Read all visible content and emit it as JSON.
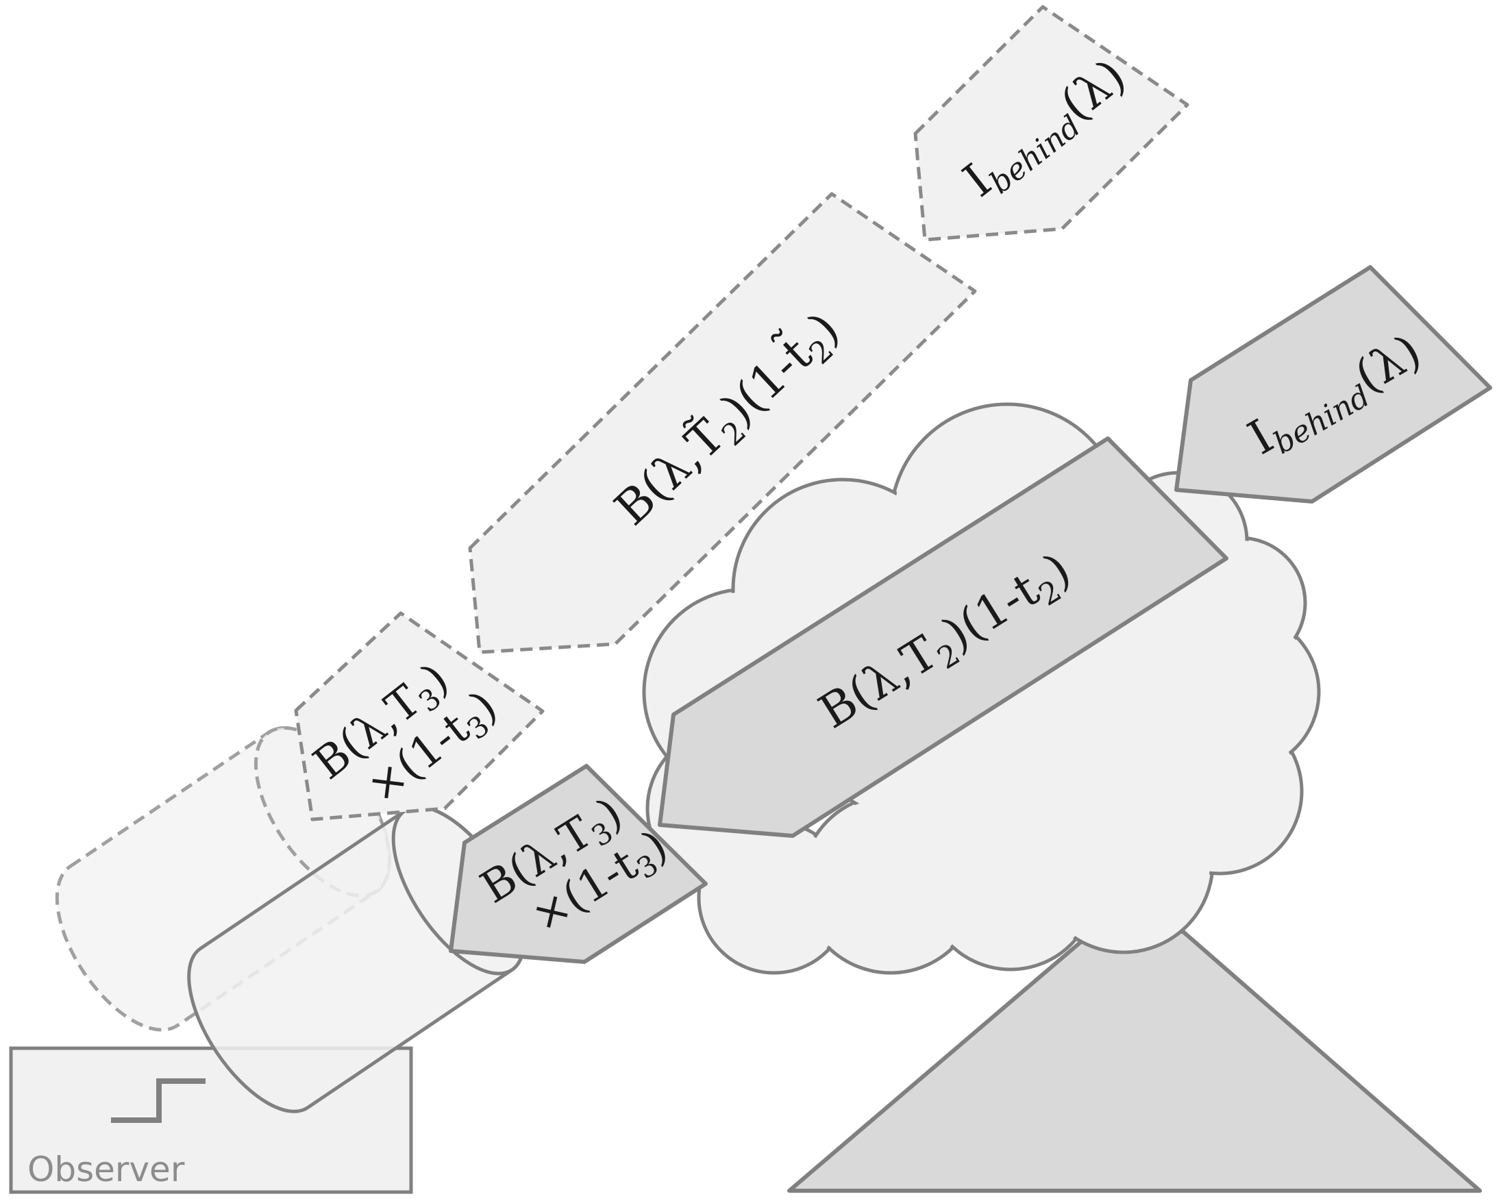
{
  "observer": {
    "label": "Observer"
  },
  "labels": {
    "behind_background": "I_behind(λ)",
    "behind_foreground": "I_behind(λ)",
    "layer2_background": "B(λ,T̃₂)(1-t̃₂)",
    "layer2_foreground": "B(λ,T₂)(1-t₂)",
    "layer3_background_line1": "B(λ,T₃)",
    "layer3_background_line2": "×(1-t₃)",
    "layer3_foreground_line1": "B(λ,T₃)",
    "layer3_foreground_line2": "×(1-t₃)"
  },
  "label_parts": {
    "behind_base": "I",
    "behind_sub": "behind",
    "behind_tail": "(λ)",
    "layer2_bg_a": "B(λ,T̃",
    "layer2_bg_sub": "2",
    "layer2_bg_b": ")(1-t̃",
    "layer2_bg_c": ")",
    "layer2_fg_a": "B(λ,T",
    "layer2_fg_sub": "2",
    "layer2_fg_b": ")(1-t",
    "layer2_fg_c": ")",
    "layer3_a": "B(λ,T",
    "layer3_sub": "3",
    "layer3_b": ")",
    "layer3_line2_a": "×(1-t",
    "layer3_line2_b": ")"
  },
  "colors": {
    "light_fill": "#f1f1f1",
    "dark_fill": "#d9d9d9",
    "stroke": "#808080",
    "dashed_stroke": "#8a8a8a",
    "observer_text": "#8c8c8c",
    "text": "#1a1a1a"
  }
}
